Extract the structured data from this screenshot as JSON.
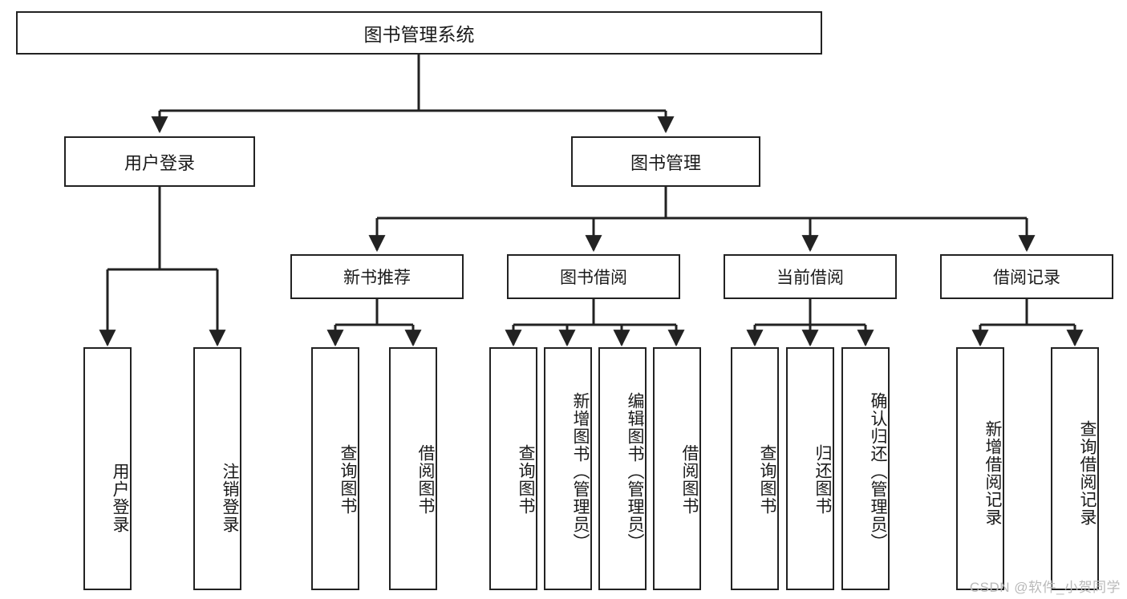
{
  "diagram": {
    "title": "图书管理系统",
    "watermark": "CSDN @软件_小贺同学"
  },
  "nodes": {
    "root": {
      "label": "图书管理系统"
    },
    "level2": [
      {
        "label": "用户登录"
      },
      {
        "label": "图书管理"
      }
    ],
    "level3": [
      {
        "label": "新书推荐"
      },
      {
        "label": "图书借阅"
      },
      {
        "label": "当前借阅"
      },
      {
        "label": "借阅记录"
      }
    ],
    "leaves": {
      "user_login": [
        {
          "label": "用户登录"
        },
        {
          "label": "注销登录"
        }
      ],
      "new_book": [
        {
          "label": "查询图书"
        },
        {
          "label": "借阅图书"
        }
      ],
      "book_borrow": [
        {
          "label": "查询图书"
        },
        {
          "label": "新增图书（管理员）"
        },
        {
          "label": "编辑图书（管理员）"
        },
        {
          "label": "借阅图书"
        }
      ],
      "current_borrow": [
        {
          "label": "查询图书"
        },
        {
          "label": "归还图书"
        },
        {
          "label": "确认归还（管理员）"
        }
      ],
      "borrow_record": [
        {
          "label": "新增借阅记录"
        },
        {
          "label": "查询借阅记录"
        }
      ]
    }
  },
  "colors": {
    "stroke": "#222222",
    "fill": "#ffffff",
    "text": "#1a1a1a",
    "watermark": "#b9b9b9"
  }
}
